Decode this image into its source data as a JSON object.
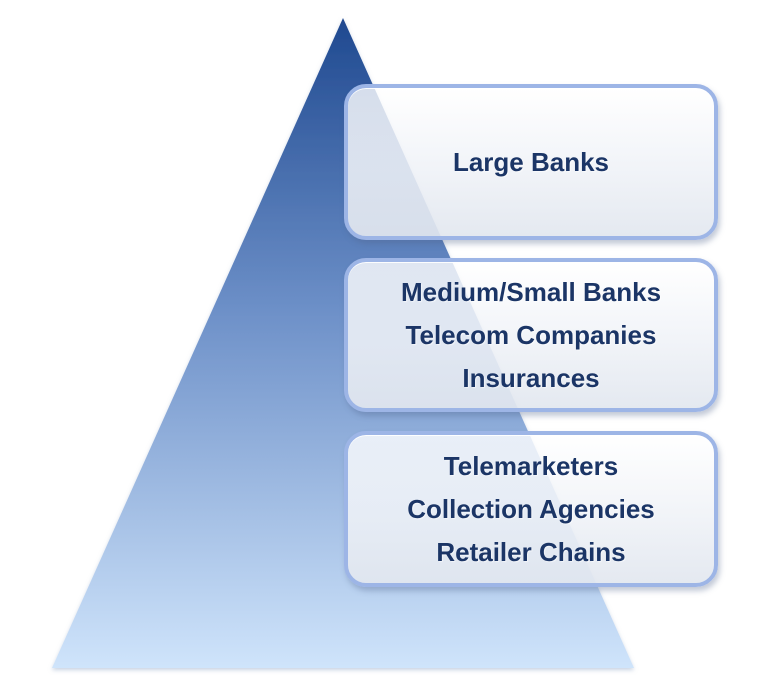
{
  "pyramid": {
    "colors": {
      "apex": "#1f4990",
      "base": "#cfe4fb",
      "tier_border": "#9db5e6",
      "text": "#1b3566"
    },
    "tiers": [
      {
        "lines": [
          "Large Banks"
        ]
      },
      {
        "lines": [
          "Medium/Small Banks",
          "Telecom Companies",
          "Insurances"
        ]
      },
      {
        "lines": [
          "Telemarketers",
          "Collection Agencies",
          "Retailer Chains"
        ]
      }
    ]
  }
}
